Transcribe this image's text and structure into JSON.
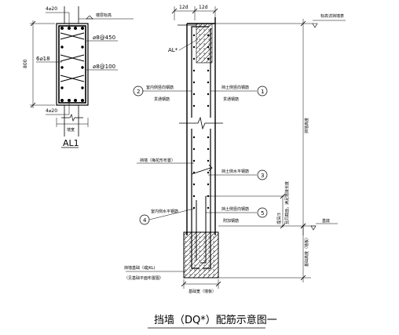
{
  "beam": {
    "top_bars": "4⌀20",
    "top_level": "楼层标高",
    "stirrup_outer": "⌀8@450",
    "side_bars": "6⌀18",
    "stirrup_inner": "⌀8@100",
    "height": "800",
    "bottom_bars": "4⌀20",
    "width_label": "墙宽",
    "name": "AL1"
  },
  "wall": {
    "dim_left": "12d",
    "dim_right": "12d",
    "al_label": "AL*",
    "retain_top_label": "标高详挡墙表",
    "wall_height_label": "挡墙高度",
    "foundation_height_label": "基础高度（墙板）",
    "embed_label": "埋深/3",
    "cut_label": "且同截面，满足搭接长度",
    "ground_label": "基底",
    "foundation_width_label": "基础宽（墙板）",
    "callouts": [
      {
        "num": "1",
        "line1": "挡土侧竖向钢筋",
        "line2": "贯通钢筋"
      },
      {
        "num": "2",
        "line1": "室内侧竖向钢筋",
        "line2": "贯通钢筋"
      },
      {
        "num": "3",
        "line1": "挡土侧水平钢筋",
        "line2": ""
      },
      {
        "num": "4",
        "line1": "室内侧水平钢筋",
        "line2": ""
      },
      {
        "num": "5",
        "line1": "挡土侧竖向钢筋",
        "line2": "附加钢筋"
      }
    ],
    "mid_label": "挡墙（梅花形布置）",
    "found_label1": "挡墙基础（或JKL)",
    "found_label2": "（见基础平面布置图）"
  },
  "title": "挡墙（DQ*）配筋示意图一"
}
